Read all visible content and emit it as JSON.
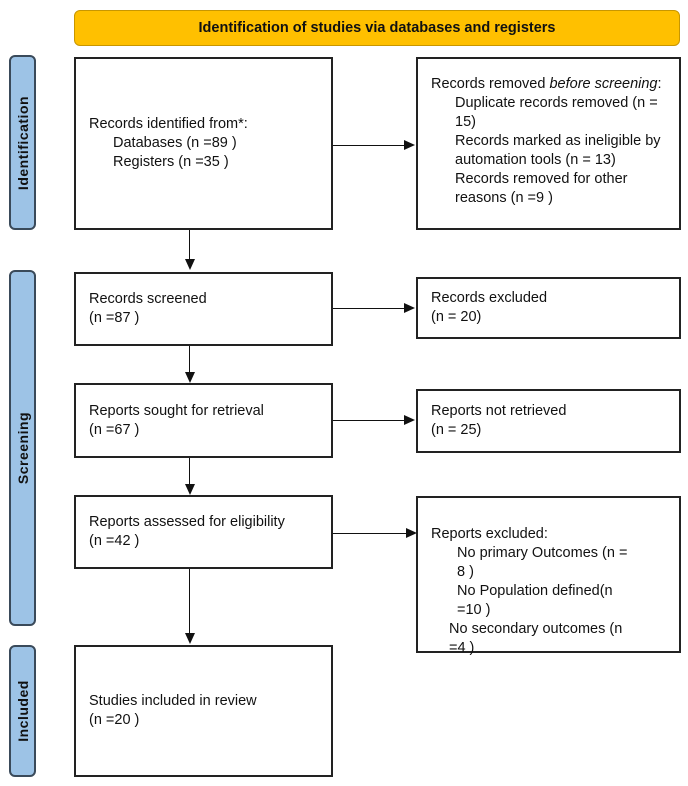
{
  "header": {
    "title": "Identification of studies via databases and registers"
  },
  "phases": {
    "identification": "Identification",
    "screening": "Screening",
    "included": "Included"
  },
  "colors": {
    "header": "#FFC000",
    "phase": "#9DC3E6"
  },
  "identified": {
    "title": "Records identified from*:",
    "databases": "Databases (n =89 )",
    "registers": "Registers (n =35 )"
  },
  "removed": {
    "title_plain": "Records removed ",
    "title_italic": "before screening",
    "title_colon": ":",
    "duplicate": "Duplicate records removed (n = 15)",
    "ineligible": "Records marked as ineligible by automation tools (n = 13)",
    "other": "Records removed for other reasons (n =9 )"
  },
  "screened": {
    "title": "Records screened",
    "n": "(n =87 )"
  },
  "excluded": {
    "title": "Records excluded",
    "n": "(n = 20)"
  },
  "sought": {
    "title": "Reports sought for retrieval",
    "n": "(n =67 )"
  },
  "not_retrieved": {
    "title": "Reports not retrieved",
    "n": "(n = 25)"
  },
  "assessed": {
    "title": "Reports assessed for eligibility",
    "n": "(n =42 )"
  },
  "reports_excluded": {
    "title": "Reports excluded:",
    "primary": "No primary Outcomes (n = 8 )",
    "population": "No Population defined(n =10 )",
    "secondary": "No secondary outcomes (n =4 )"
  },
  "included": {
    "title": "Studies included in review",
    "n": "(n =20 )"
  }
}
